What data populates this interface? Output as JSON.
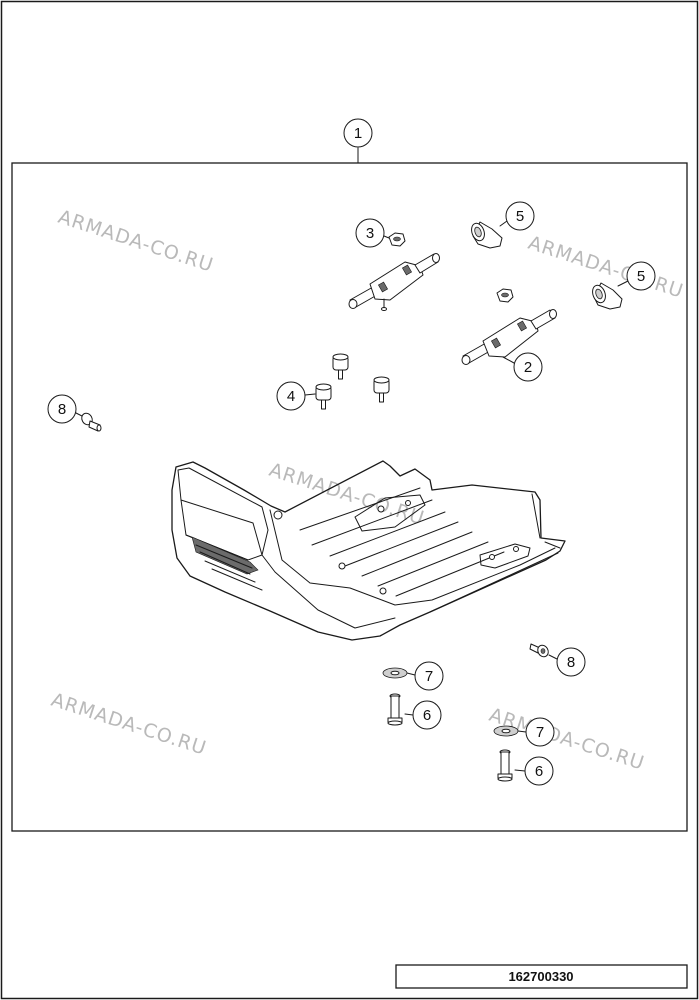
{
  "document_number": "162700330",
  "watermark_text": "ARMADA-CO.RU",
  "assembly_callout": "1",
  "callouts": {
    "c2": "2",
    "c3": "3",
    "c4": "4",
    "c5a": "5",
    "c5b": "5",
    "c6a": "6",
    "c6b": "6",
    "c7a": "7",
    "c7b": "7",
    "c8a": "8",
    "c8b": "8"
  },
  "colors": {
    "line": "#1a1a1a",
    "watermark": "#b9b9b9",
    "background": "#ffffff"
  }
}
